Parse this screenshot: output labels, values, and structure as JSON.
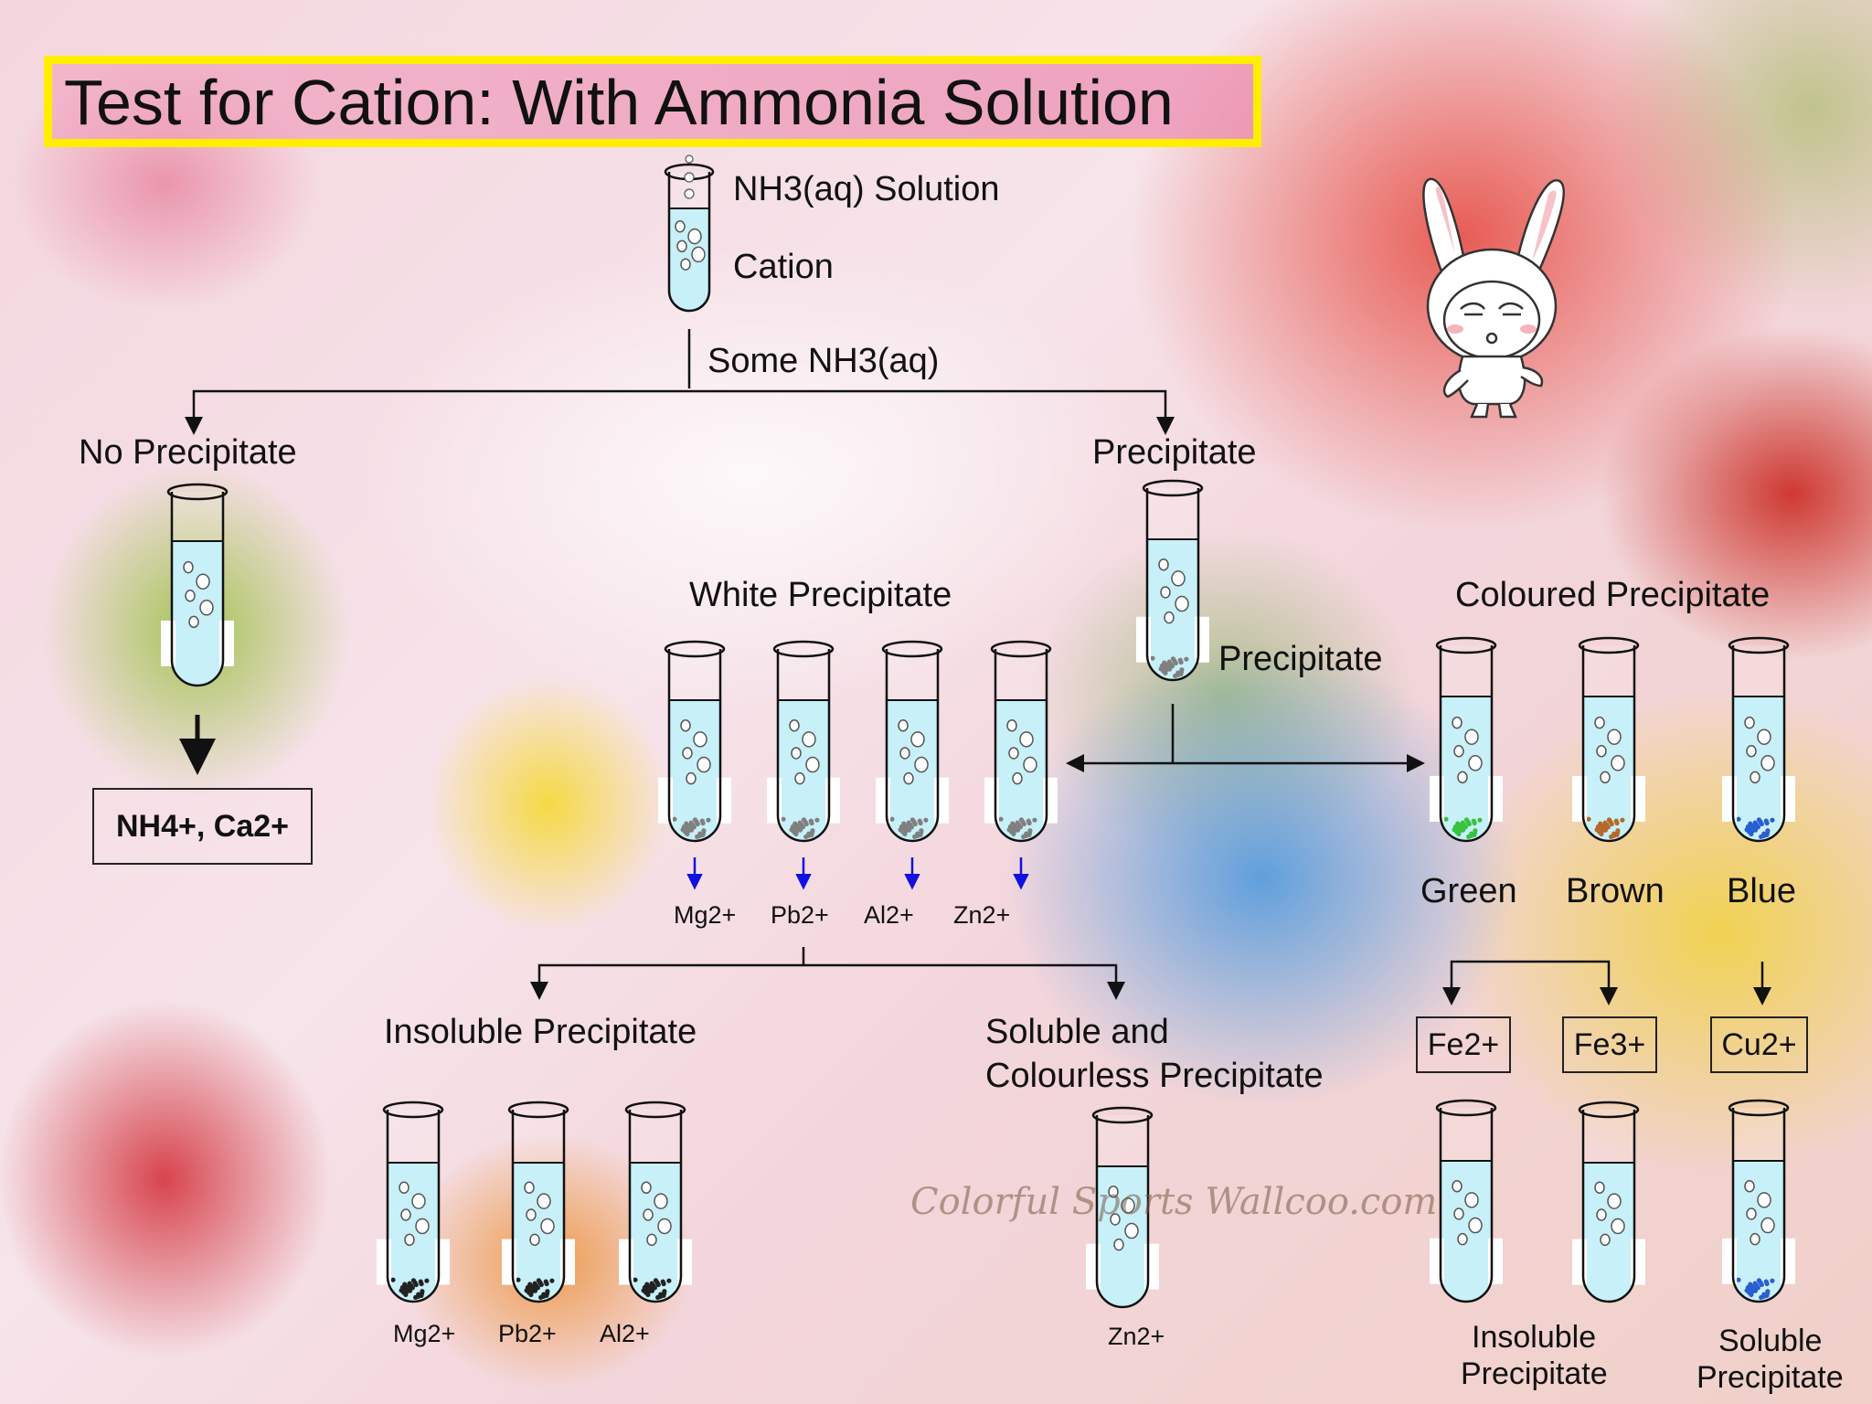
{
  "title": "Test for Cation: With Ammonia Solution",
  "start": {
    "reagent": "NH3(aq) Solution",
    "sample": "Cation",
    "step": "Some NH3(aq)"
  },
  "no_precipitate": {
    "label": "No Precipitate",
    "result": "NH4+, Ca2+"
  },
  "precipitate": {
    "label": "Precipitate",
    "tube_label": "Precipitate"
  },
  "white_precipitate": {
    "label": "White Precipitate",
    "ions": [
      "Mg2+",
      "Pb2+",
      "Al2+",
      "Zn2+"
    ]
  },
  "insoluble_precipitate": {
    "label": "Insoluble Precipitate",
    "ions": [
      "Mg2+",
      "Pb2+",
      "Al2+"
    ]
  },
  "soluble_colourless": {
    "line1": "Soluble and",
    "line2": "Colourless Precipitate",
    "ion": "Zn2+"
  },
  "coloured_precipitate": {
    "label": "Coloured Precipitate",
    "colours": [
      "Green",
      "Brown",
      "Blue"
    ],
    "ions": [
      "Fe2+",
      "Fe3+",
      "Cu2+"
    ],
    "insoluble_line1": "Insoluble",
    "insoluble_line2": "Precipitate",
    "soluble_line1": "Soluble",
    "soluble_line2": "Precipitate"
  },
  "watermark": "Colorful Sports Wallcoo.com",
  "colors": {
    "liquid": "#c8f0f8",
    "title_border": "#ffee00",
    "arrow_blue": "#1010e0",
    "green_ppt": "#39c23e",
    "brown_ppt": "#b56a2a",
    "blue_ppt": "#2a5fd0",
    "grey_ppt": "#808080"
  }
}
